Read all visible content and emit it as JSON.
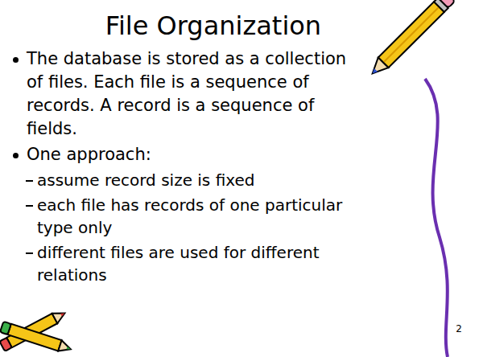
{
  "diagram": {
    "title": "File Organization",
    "labels": [
      "The database is stored as a collection of files. Each file is a sequence of records. A record is a sequence of fields.",
      "One approach:",
      "assume record size is fixed",
      "each file has records of one particular type only",
      "different files are used for different relations",
      "2"
    ]
  }
}
